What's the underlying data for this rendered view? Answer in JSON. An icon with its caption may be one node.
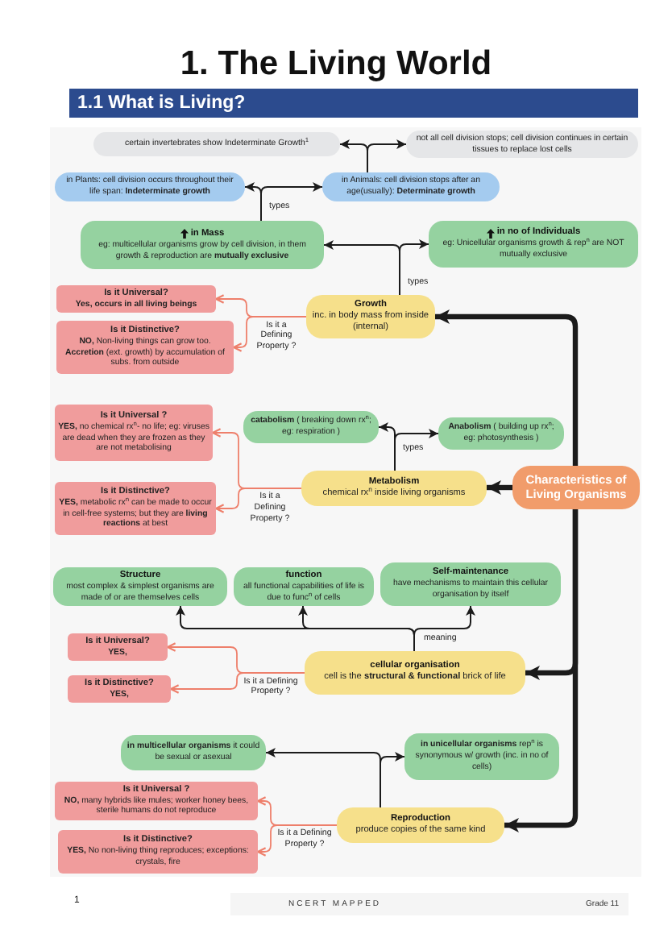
{
  "diagram": {
    "title": "1. The Living World",
    "nodes": [
      {
        "text": [
          "certain invertebrates show Indeterminate Growth$^{1}$"
        ]
      },
      {
        "text": [
          "not all cell division stops; cell division continues in certain tissues to replace lost cells"
        ]
      },
      {
        "text": [
          "in Plants: cell division occurs throughout their life span: **Indeterminate growth**"
        ]
      },
      {
        "text": [
          "in Animals: cell division stops after an age(usually): **Determinate growth**"
        ]
      },
      {
        "text": [
          "in Mass",
          "eg: multicellular organisms grow by cell division, in them growth & reproduction are **mutually exclusive**"
        ]
      },
      {
        "text": [
          "in no of Individuals",
          "eg: Unicellular organisms growth & rep$^{n}$ are NOT mutually exclusive"
        ]
      },
      {
        "text": [
          "Is it **Universal**?",
          "Yes, occurs in all living beings"
        ]
      },
      {
        "text": [
          "Is it **Distinctive**?",
          "**NO,** Non-living things can grow too. **Accretion** (ext. growth) by accumulation of subs. from outside"
        ]
      },
      {
        "text": [
          "Growth",
          "inc. in body mass from inside (internal)"
        ]
      },
      {
        "text": [
          "**catabolism** ( breaking down rx$^{n}$; eg: respiration )"
        ]
      },
      {
        "text": [
          "**Anabolism** ( building up rx$^{n}$; eg: photosynthesis )"
        ]
      },
      {
        "text": [
          "Is it **Universal** ?",
          "**YES,** no chemical rx$^{n}$- no life; eg: viruses are dead when they are frozen as they are not metabolising"
        ]
      },
      {
        "text": [
          "Is it **Distinctive**?",
          "**YES,** metabolic rx$^{n}$ can be made to occur in cell-free systems; but they are **living reactions** at best"
        ]
      },
      {
        "text": [
          "Metabolism",
          "chemical rx$^{n}$ inside living organisms"
        ]
      },
      {
        "text": [
          "Characteristics of Living Organisms"
        ]
      },
      {
        "text": [
          "Structure",
          "most complex & simplest organisms are made of or are themselves cells"
        ]
      },
      {
        "text": [
          "function",
          "all functional capabilities of life is due to func$^{n}$ of cells"
        ]
      },
      {
        "text": [
          "Self-maintenance",
          "have mechanisms to maintain this cellular organisation by itself"
        ]
      },
      {
        "text": [
          "Is it **Universal**?",
          "YES,"
        ]
      },
      {
        "text": [
          "Is it **Distinctive**?",
          "YES,"
        ]
      },
      {
        "text": [
          "cellular organisation",
          "cell is the **structural & functional** brick of life"
        ]
      },
      {
        "text": [
          "**in multicellular organisms** it could be sexual or asexual"
        ]
      },
      {
        "text": [
          "**in unicellular organisms** rep$^{n}$ is synonymous w/ growth (inc. in no of cells)"
        ]
      },
      {
        "text": [
          "Is it **Universal** ?",
          "**NO,** many hybrids like mules; worker honey bees, sterile humans do not reproduce"
        ]
      },
      {
        "text": [
          "Is it **Distinctive**?",
          "**YES,** No non-living thing reproduces; exceptions: crystals, fire"
        ]
      },
      {
        "text": [
          "Reproduction",
          "produce copies of the same kind"
        ]
      }
    ],
    "edges": [
      {
        "from": 3,
        "to": 0,
        "arrow": "to"
      },
      {
        "from": 3,
        "to": 1,
        "arrow": "to"
      },
      {
        "from": 4,
        "to": 2,
        "arrow": "to",
        "label": "types"
      },
      {
        "from": 4,
        "to": 3,
        "arrow": "to"
      },
      {
        "from": 8,
        "to": 4,
        "arrow": "to",
        "label": "types"
      },
      {
        "from": 8,
        "to": 5,
        "arrow": "to"
      },
      {
        "from": 8,
        "to": 6,
        "arrow": "to",
        "label": "Is it a Defining Property ?",
        "color": "#ee7f6b"
      },
      {
        "from": 8,
        "to": 7,
        "arrow": "to",
        "color": "#ee7f6b"
      },
      {
        "from": 14,
        "to": 8,
        "arrow": "to",
        "style": "thick"
      },
      {
        "from": 13,
        "to": 9,
        "arrow": "to",
        "label": "types"
      },
      {
        "from": 13,
        "to": 10,
        "arrow": "to"
      },
      {
        "from": 13,
        "to": 11,
        "arrow": "to",
        "label": "Is it a Defining Property ?",
        "color": "#ee7f6b"
      },
      {
        "from": 13,
        "to": 12,
        "arrow": "to",
        "color": "#ee7f6b"
      },
      {
        "from": 14,
        "to": 13,
        "arrow": "to",
        "style": "thick"
      },
      {
        "from": 20,
        "to": 15,
        "arrow": "to",
        "label": "meaning"
      },
      {
        "from": 20,
        "to": 16,
        "arrow": "to"
      },
      {
        "from": 20,
        "to": 17,
        "arrow": "to"
      },
      {
        "from": 20,
        "to": 18,
        "arrow": "to",
        "label": "Is it a Defining Property ?",
        "color": "#ee7f6b"
      },
      {
        "from": 20,
        "to": 19,
        "arrow": "to",
        "color": "#ee7f6b"
      },
      {
        "from": 14,
        "to": 20,
        "arrow": "to",
        "style": "thick"
      },
      {
        "from": 25,
        "to": 21,
        "arrow": "to"
      },
      {
        "from": 25,
        "to": 22,
        "arrow": "to"
      },
      {
        "from": 25,
        "to": 23,
        "arrow": "to",
        "label": "Is it a Defining Property ?",
        "color": "#ee7f6b"
      },
      {
        "from": 25,
        "to": 24,
        "arrow": "to",
        "color": "#ee7f6b"
      },
      {
        "from": 14,
        "to": 25,
        "arrow": "to",
        "style": "thick"
      }
    ],
    "labels": [
      "1.1 What is Living?",
      "1",
      "NCERT MAPPED",
      "Grade 11"
    ]
  }
}
